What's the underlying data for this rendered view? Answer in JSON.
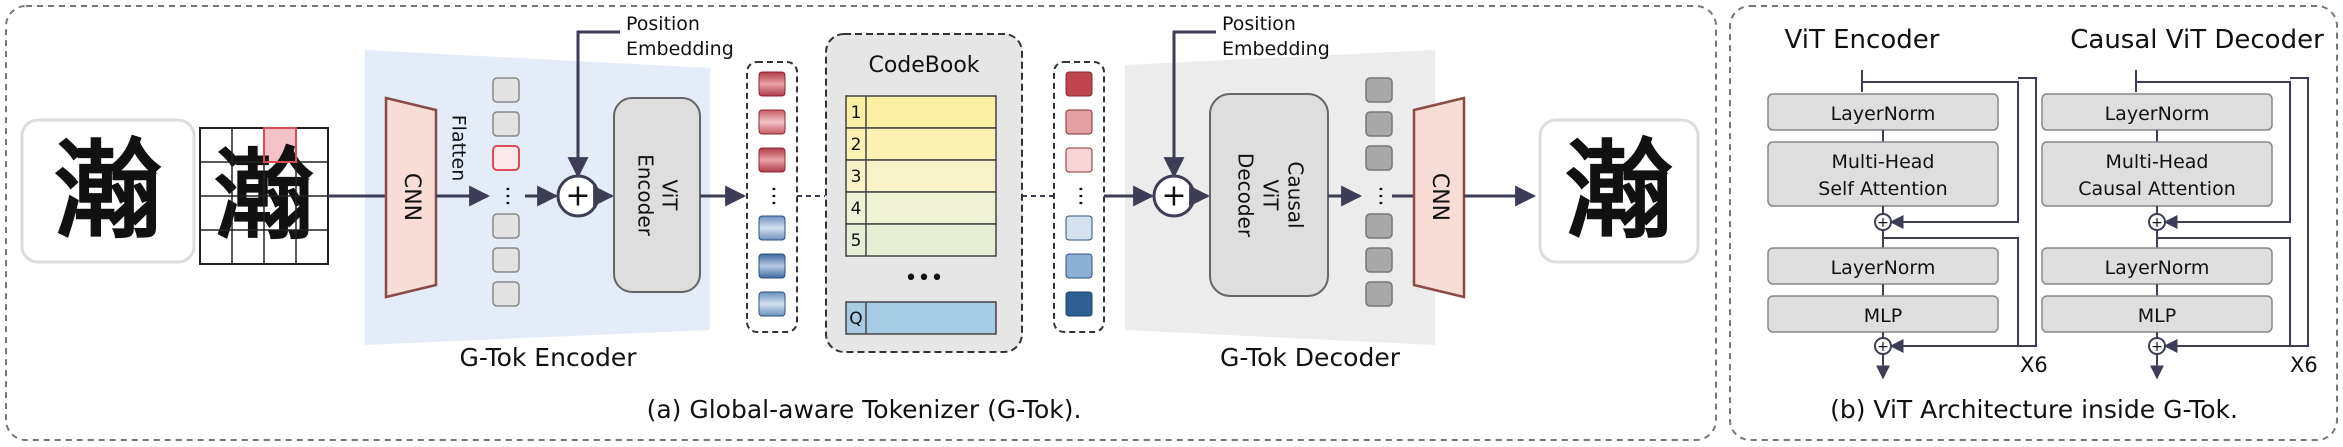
{
  "panel_a": {
    "caption": "(a) Global-aware Tokenizer (G-Tok).",
    "input_glyph": "瀚",
    "output_glyph": "瀚",
    "flatten_label": "Flatten",
    "cnn_label": "CNN",
    "encoder": {
      "position_label_1": "Position",
      "position_label_2": "Embedding",
      "block_line_1": "ViT",
      "block_line_2": "Encoder",
      "group_label": "G-Tok Encoder"
    },
    "codebook": {
      "title": "CodeBook",
      "rows": [
        "1",
        "2",
        "3",
        "4",
        "5"
      ],
      "ellipsis": "•••",
      "last_row": "Q"
    },
    "decoder": {
      "position_label_1": "Position",
      "position_label_2": "Embedding",
      "block_line_1": "Causal",
      "block_line_2": "ViT",
      "block_line_3": "Decoder",
      "group_label": "G-Tok Decoder",
      "cnn_label": "CNN"
    },
    "ellipsis": "···",
    "plus": "+"
  },
  "panel_b": {
    "caption": "(b) ViT Architecture inside G-Tok.",
    "left": {
      "title": "ViT Encoder",
      "layernorm_1": "LayerNorm",
      "attention_line_1": "Multi-Head",
      "attention_line_2": "Self Attention",
      "layernorm_2": "LayerNorm",
      "mlp": "MLP",
      "repeat": "X6"
    },
    "right": {
      "title": "Causal ViT Decoder",
      "layernorm_1": "LayerNorm",
      "attention_line_1": "Multi-Head",
      "attention_line_2": "Causal Attention",
      "layernorm_2": "LayerNorm",
      "mlp": "MLP",
      "repeat": "X6"
    },
    "plus": "+"
  },
  "colors": {
    "encoder_bg": "#e4ecf8",
    "decoder_bg": "#ececec",
    "cnn_fill": "#f7ddd5",
    "cnn_stroke": "#8a4a45",
    "vit_block": "#dedede",
    "token_red": "#d98c92",
    "token_blue": "#5b82b5",
    "arrow": "#3d3d55",
    "codebook_yellow": "#fbefa3",
    "codebook_green": "#e6efd5",
    "codebook_q": "#a8cbe4"
  }
}
